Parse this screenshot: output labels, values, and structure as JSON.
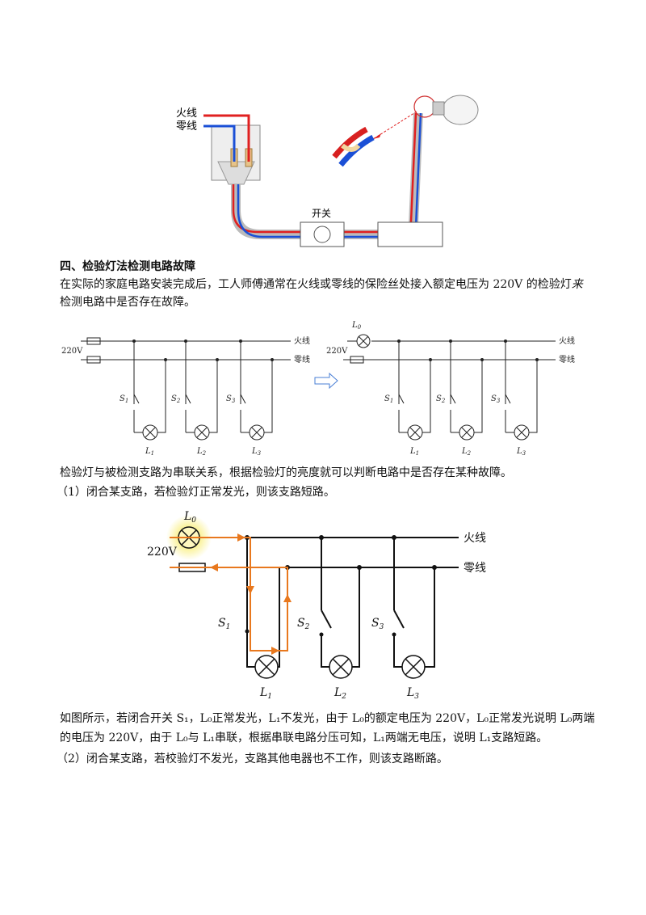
{
  "figure1": {
    "live_label": "火线",
    "neutral_label": "零线",
    "switch_label": "开关"
  },
  "section": {
    "heading": "四、检验灯法检测电路故障",
    "intro_line1": "在实际的家庭电路安装完成后，工人师傅通常在火线或零线的保险丝处接入额定电压为 220V 的检验灯",
    "intro_italic": "来",
    "intro_line2": "检测电路中是否存在故障。"
  },
  "figure2": {
    "voltage": "220V",
    "live_label": "火线",
    "neutral_label": "零线",
    "check_lamp": "L",
    "check_lamp_sub": "0",
    "switches": [
      "S",
      "S",
      "S"
    ],
    "switch_subs": [
      "1",
      "2",
      "3"
    ],
    "lamps": [
      "L",
      "L",
      "L"
    ],
    "lamp_subs": [
      "1",
      "2",
      "3"
    ]
  },
  "paragraph2": "检验灯与被检测支路为串联关系，根据检验灯的亮度就可以判断电路中是否存在某种故障。",
  "case1": "（1）闭合某支路，若检验灯正常发光，则该支路短路。",
  "figure3": {
    "voltage": "220V",
    "live_label": "火线",
    "neutral_label": "零线",
    "check_lamp": "L",
    "check_lamp_sub": "0",
    "switches": [
      "S",
      "S",
      "S"
    ],
    "switch_subs": [
      "1",
      "2",
      "3"
    ],
    "lamps": [
      "L",
      "L",
      "L"
    ],
    "lamp_subs": [
      "1",
      "2",
      "3"
    ],
    "colors": {
      "current_path": "#e8781e",
      "glow": "#f6e63a"
    }
  },
  "explain": {
    "line1": "如图所示，若闭合开关 S₁，L₀正常发光，L₁不发光，由于 L₀的额定电压为 220V，L₀正常发光说明 L₀两端",
    "line2": "的电压为 220V，由于 L₀与 L₁串联，根据串联电路分压可知，L₁两端无电压，说明 L₁支路短路。"
  },
  "case2": "（2）闭合某支路，若校验灯不发光，支路其他电器也不工作，则该支路断路。"
}
